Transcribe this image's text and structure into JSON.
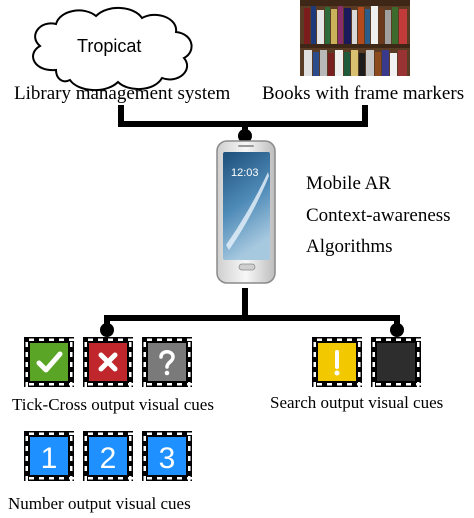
{
  "sources": {
    "cloud_label": "Tropicat",
    "library_system_label": "Library management system",
    "books_label": "Books with frame markers"
  },
  "phone": {
    "clock": "12:03"
  },
  "capabilities": [
    "Mobile AR",
    "Context-awareness",
    "Algorithms"
  ],
  "outputs": {
    "tick_cross": {
      "label": "Tick-Cross output visual cues",
      "cues": [
        {
          "icon": "check-icon",
          "color": "#5aa526"
        },
        {
          "icon": "cross-icon",
          "color": "#c0272d"
        },
        {
          "icon": "question-icon",
          "color": "#7a7a7a"
        }
      ]
    },
    "search": {
      "label": "Search output visual cues",
      "cues": [
        {
          "icon": "exclamation-icon",
          "color": "#f2c800"
        },
        {
          "icon": "blank-icon",
          "color": "#2d2d2d"
        }
      ]
    },
    "number": {
      "label": "Number output visual cues",
      "cues": [
        {
          "glyph": "1",
          "color": "#1e90ff"
        },
        {
          "glyph": "2",
          "color": "#1e90ff"
        },
        {
          "glyph": "3",
          "color": "#1e90ff"
        }
      ]
    }
  }
}
